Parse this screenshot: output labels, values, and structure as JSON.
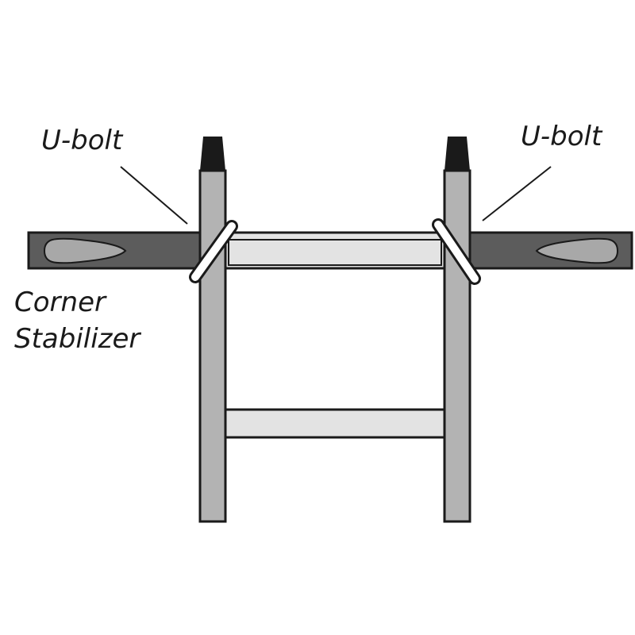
{
  "labels": {
    "ubolt_left": "U-bolt",
    "ubolt_right": "U-bolt",
    "corner_line1": "Corner",
    "corner_line2": "Stabilizer"
  },
  "colors": {
    "outline": "#1a1a1a",
    "ladder_rail": "#b3b3b3",
    "rung": "#e3e3e3",
    "stabilizer_bar": "#5c5c5c",
    "stabilizer_pad": "#a8a8a8",
    "rail_cap": "#1a1a1a",
    "ubolt": "#ffffff"
  }
}
